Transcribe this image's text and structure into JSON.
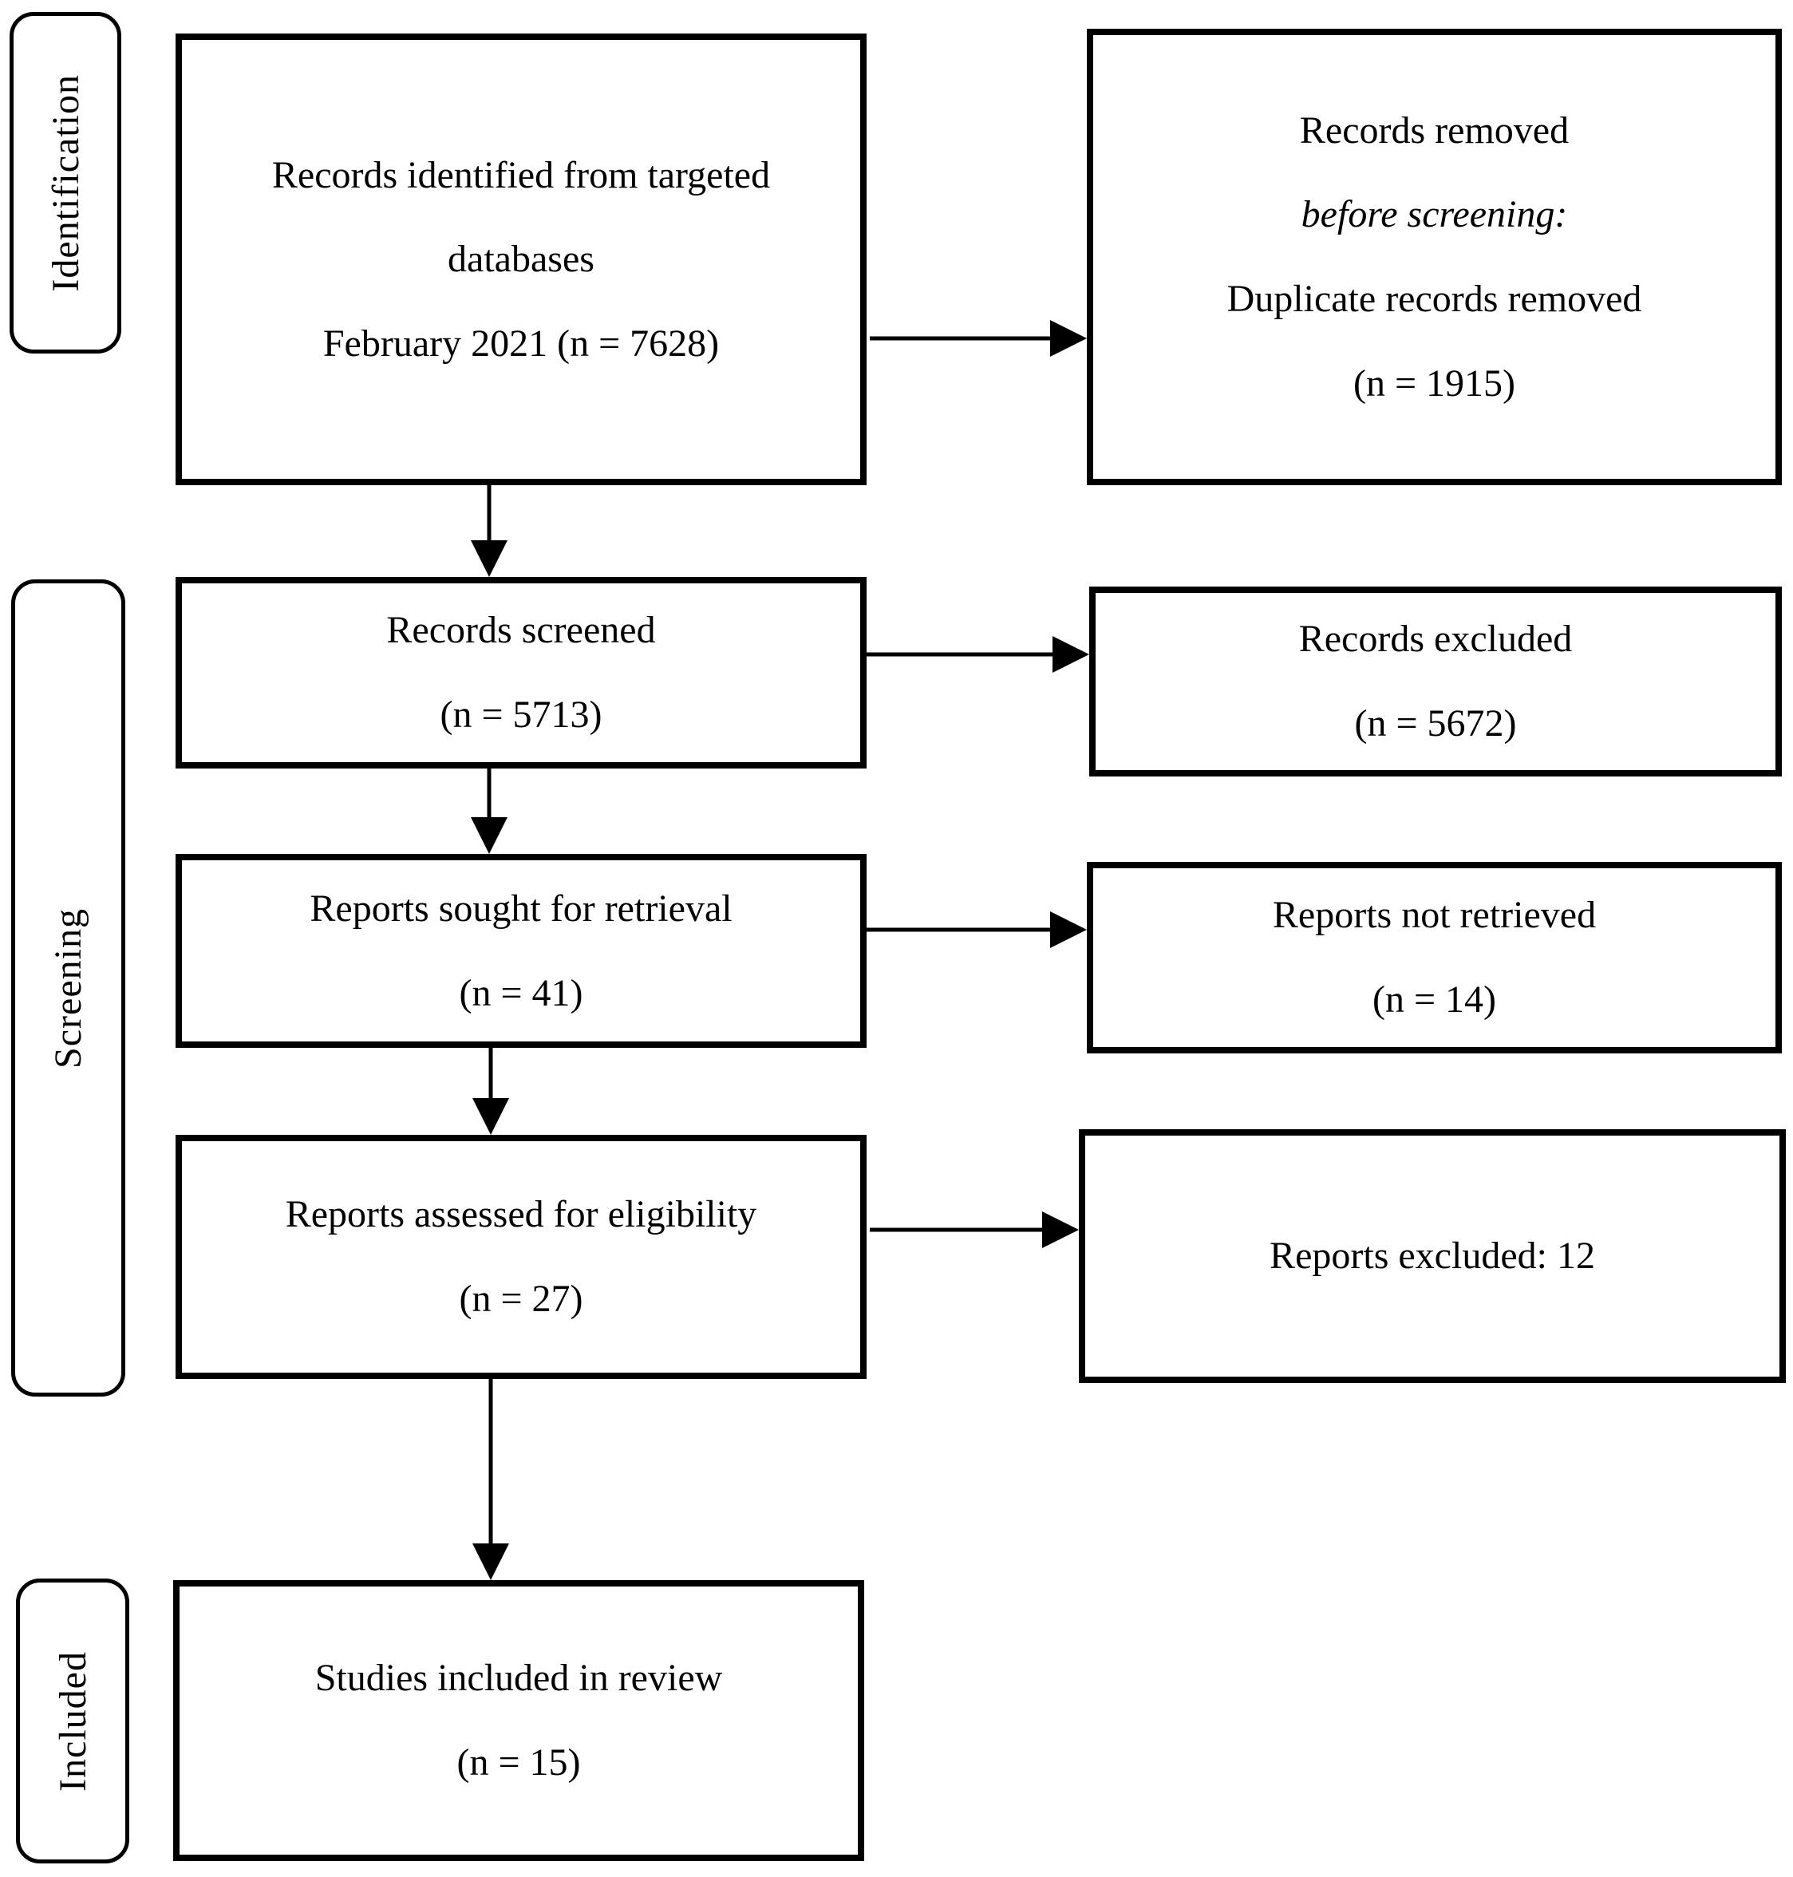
{
  "figure": {
    "kind": "prisma-flow-diagram",
    "background_color": "#ffffff",
    "line_color": "#000000",
    "text_color": "#000000"
  },
  "stages": [
    {
      "label": "Identification"
    },
    {
      "label": "Screening"
    },
    {
      "label": "Included"
    }
  ],
  "boxes": {
    "identified": {
      "lines": [
        "Records identified from targeted",
        "databases",
        "February 2021 (n = 7628)"
      ]
    },
    "records_removed": {
      "lines": [
        "Records removed",
        "before screening:",
        "Duplicate records removed",
        "(n = 1915)"
      ]
    },
    "screened": {
      "lines": [
        "Records screened",
        "(n = 5713)"
      ]
    },
    "records_excluded": {
      "lines": [
        "Records excluded",
        "(n = 5672)"
      ]
    },
    "sought": {
      "lines": [
        "Reports sought for retrieval",
        "(n = 41)"
      ]
    },
    "not_retrieved": {
      "lines": [
        "Reports not retrieved",
        "(n = 14)"
      ]
    },
    "assessed": {
      "lines": [
        "Reports assessed for eligibility",
        "(n = 27)"
      ]
    },
    "reports_excluded": {
      "lines": [
        "Reports excluded: 12"
      ]
    },
    "included_studies": {
      "lines": [
        "Studies included in review",
        "(n = 15)"
      ]
    }
  }
}
